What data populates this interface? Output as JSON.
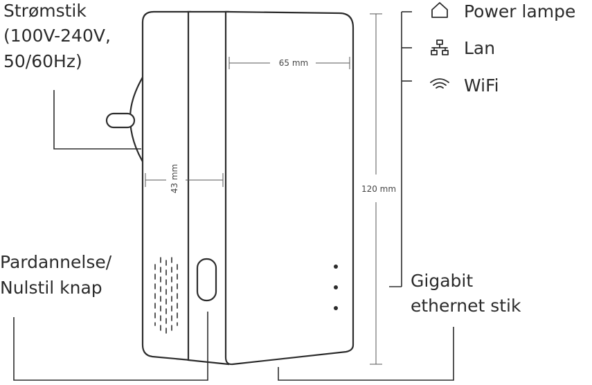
{
  "labels": {
    "power_plug_l1": "Strømstik",
    "power_plug_l2": "(100V-240V,",
    "power_plug_l3": "50/60Hz)",
    "pair_reset_l1": "Pardannelse/",
    "pair_reset_l2": "Nulstil knap",
    "ethernet_l1": "Gigabit",
    "ethernet_l2": "ethernet stik"
  },
  "indicators": [
    {
      "icon": "house-icon",
      "label": "Power lampe"
    },
    {
      "icon": "network-icon",
      "label": "Lan"
    },
    {
      "icon": "wifi-icon",
      "label": "WiFi"
    }
  ],
  "dimensions": {
    "width": "65 mm",
    "depth": "43 mm",
    "height": "120 mm"
  }
}
